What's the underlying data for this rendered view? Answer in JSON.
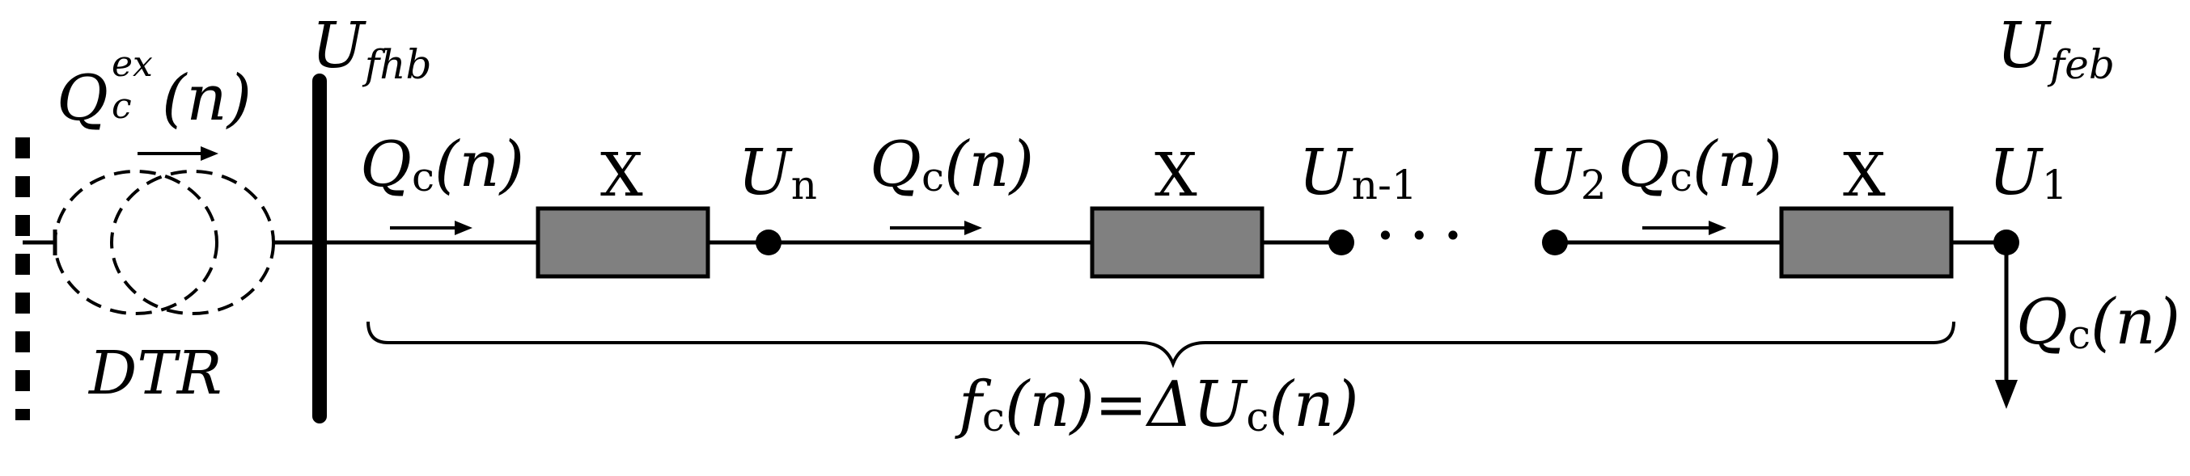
{
  "q_ex": {
    "main": "Q",
    "sub": "c",
    "sup": "ex",
    "arg": "(n)"
  },
  "dtr_label": "DTR",
  "u_fhb": {
    "main": "U",
    "sub": "fhb"
  },
  "u_feb": {
    "main": "U",
    "sub": "feb"
  },
  "flow_segments": [
    {
      "q_main": "Q",
      "q_sub": "c",
      "q_arg": "(n)",
      "reactance": "X"
    },
    {
      "q_main": "Q",
      "q_sub": "c",
      "q_arg": "(n)",
      "reactance": "X"
    },
    {
      "q_main": "Q",
      "q_sub": "c",
      "q_arg": "(n)",
      "reactance": "X"
    }
  ],
  "nodes": [
    {
      "main": "U",
      "sub": "n"
    },
    {
      "main": "U",
      "sub": "n-1"
    },
    {
      "main": "U",
      "sub": "2"
    },
    {
      "main": "U",
      "sub": "1"
    }
  ],
  "ellipsis": "· · ·",
  "load": {
    "main": "Q",
    "sub": "c",
    "arg": "(n)"
  },
  "brace_formula": {
    "f": "f",
    "f_sub": "c",
    "f_arg": "(n)=",
    "delta": "ΔU",
    "delta_sub": "c",
    "delta_arg": "(n)"
  }
}
